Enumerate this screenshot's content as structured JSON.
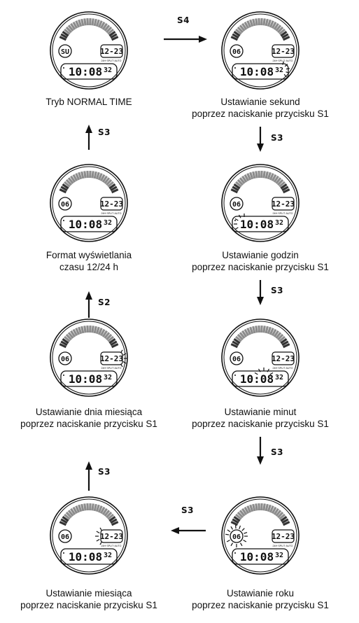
{
  "watches": [
    {
      "id": "normal",
      "day": "SU",
      "date": "12-23",
      "mode_text": "24H·SPLIT·AUTO",
      "time": "10:08",
      "seconds": "32",
      "flash": "",
      "caption": [
        "Tryb NORMAL TIME"
      ]
    },
    {
      "id": "seconds",
      "day": "06",
      "date": "12-23",
      "mode_text": "24H·SPLIT·AUTO",
      "time": "10:08",
      "seconds": "32",
      "flash": "seconds",
      "caption": [
        "Ustawianie sekund",
        "poprzez naciskanie przycisku S1"
      ]
    },
    {
      "id": "format",
      "day": "06",
      "date": "12-23",
      "mode_text": "24H·SPLIT·AUTO",
      "time": "10:08",
      "seconds": "32",
      "flash": "",
      "caption": [
        "Format wyświetlania",
        "czasu 12/24 h"
      ]
    },
    {
      "id": "hours",
      "day": "06",
      "date": "12-23",
      "mode_text": "24H·SPLIT·AUTO",
      "time": "10:08",
      "seconds": "32",
      "flash": "hours",
      "caption": [
        "Ustawianie godzin",
        "poprzez naciskanie przycisku S1"
      ]
    },
    {
      "id": "daymonth",
      "day": "06",
      "date": "12-23",
      "mode_text": "24H·SPLIT·AUTO",
      "time": "10:08",
      "seconds": "32",
      "flash": "day",
      "caption": [
        "Ustawianie dnia miesiąca",
        "poprzez naciskanie przycisku S1"
      ]
    },
    {
      "id": "minutes",
      "day": "06",
      "date": "12-23",
      "mode_text": "24H·SPLIT·AUTO",
      "time": "10:08",
      "seconds": "32",
      "flash": "minutes",
      "caption": [
        "Ustawianie minut",
        "poprzez naciskanie przycisku S1"
      ]
    },
    {
      "id": "month",
      "day": "06",
      "date": "12-23",
      "mode_text": "24H·SPLIT·AUTO",
      "time": "10:08",
      "seconds": "32",
      "flash": "month",
      "caption": [
        "Ustawianie miesiąca",
        "poprzez naciskanie przycisku S1"
      ]
    },
    {
      "id": "year",
      "day": "06",
      "date": "12-23",
      "mode_text": "24H·SPLIT·AUTO",
      "time": "10:08",
      "seconds": "32",
      "flash": "year",
      "caption": [
        "Ustawianie roku",
        "poprzez naciskanie przycisku S1"
      ]
    }
  ],
  "arrows": [
    {
      "id": "normal-to-seconds",
      "label": "S4",
      "direction": "right"
    },
    {
      "id": "seconds-to-hours",
      "label": "S3",
      "direction": "down"
    },
    {
      "id": "format-to-normal",
      "label": "S3",
      "direction": "up"
    },
    {
      "id": "hours-to-minutes",
      "label": "S3",
      "direction": "down"
    },
    {
      "id": "daymonth-to-format",
      "label": "S2",
      "direction": "up"
    },
    {
      "id": "minutes-to-year",
      "label": "S3",
      "direction": "down"
    },
    {
      "id": "month-to-daymonth",
      "label": "S3",
      "direction": "up"
    },
    {
      "id": "year-to-month",
      "label": "S3",
      "direction": "left"
    }
  ],
  "colors": {
    "ink": "#111111",
    "bar": "#8c8c8c",
    "bar_end": "#333333"
  }
}
